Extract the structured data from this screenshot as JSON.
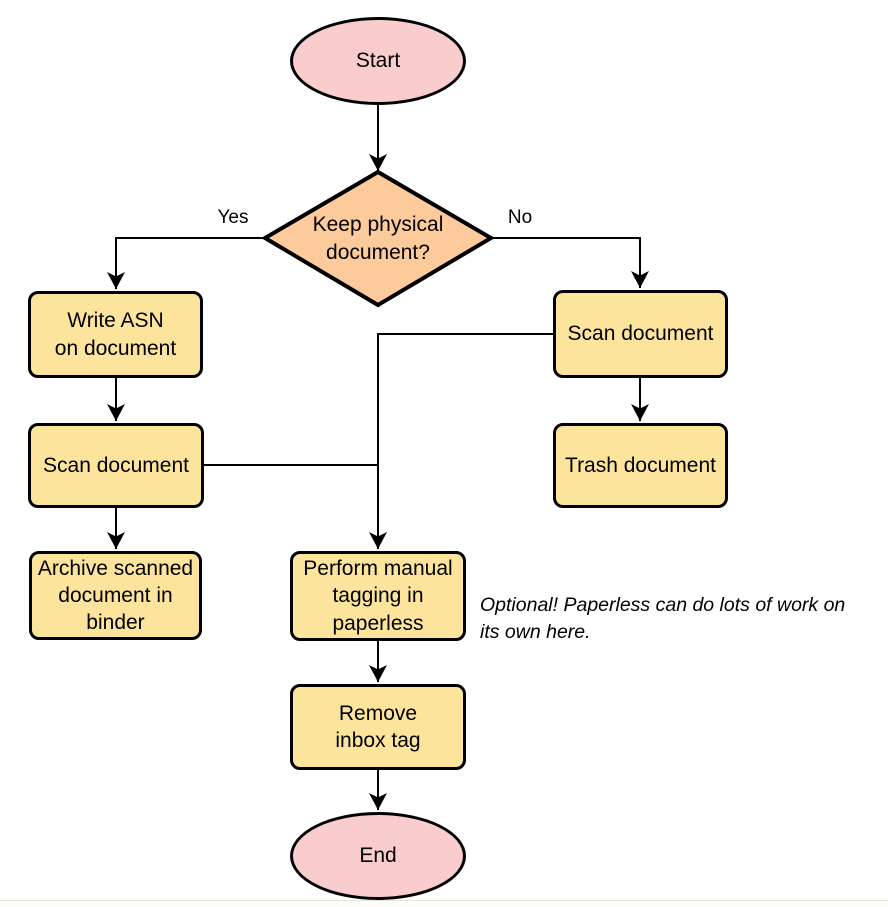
{
  "diagram": {
    "nodes": {
      "start": {
        "label": "Start",
        "type": "terminator"
      },
      "decision": {
        "label": "Keep physical\ndocument?",
        "type": "decision"
      },
      "write_asn": {
        "label": "Write ASN\non document",
        "type": "process"
      },
      "scan_left": {
        "label": "Scan document",
        "type": "process"
      },
      "archive": {
        "label": "Archive scanned\ndocument in\nbinder",
        "type": "process"
      },
      "scan_right": {
        "label": "Scan document",
        "type": "process"
      },
      "trash": {
        "label": "Trash document",
        "type": "process"
      },
      "tagging": {
        "label": "Perform manual\ntagging in\npaperless",
        "type": "process"
      },
      "remove_tag": {
        "label": "Remove\ninbox tag",
        "type": "process"
      },
      "end": {
        "label": "End",
        "type": "terminator"
      }
    },
    "edge_labels": {
      "yes": "Yes",
      "no": "No"
    },
    "note": "Optional! Paperless can do lots of work on\nits own here."
  },
  "colors": {
    "terminator-fill": "#f9cdcd",
    "decision-fill": "#fdca9c",
    "process-fill": "#fde49c",
    "stroke": "#000000",
    "canvas": "#ffffff"
  }
}
